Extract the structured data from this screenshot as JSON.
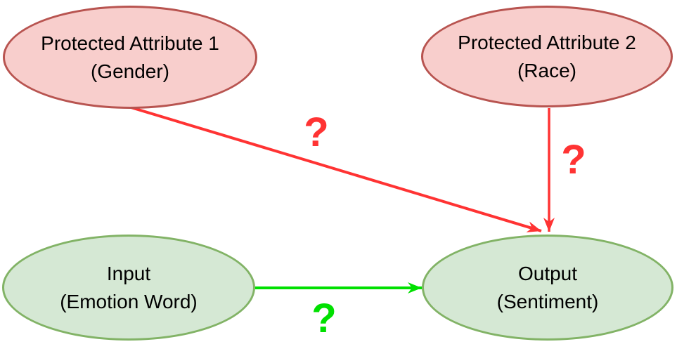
{
  "diagram": {
    "background_color": "#ffffff",
    "text_color": "#000000",
    "nodes": [
      {
        "id": "protected-attribute-1",
        "line1": "Protected Attribute 1",
        "line2": "(Gender)",
        "fill": "#f8cecc",
        "stroke": "#b85450"
      },
      {
        "id": "protected-attribute-2",
        "line1": "Protected Attribute 2",
        "line2": "(Race)",
        "fill": "#f8cecc",
        "stroke": "#b85450"
      },
      {
        "id": "input",
        "line1": "Input",
        "line2": "(Emotion Word)",
        "fill": "#d5e8d4",
        "stroke": "#82b366"
      },
      {
        "id": "output",
        "line1": "Output",
        "line2": "(Sentiment)",
        "fill": "#d5e8d4",
        "stroke": "#82b366"
      }
    ],
    "edges": [
      {
        "id": "pa1-to-output",
        "from": "protected-attribute-1",
        "to": "output",
        "label": "?",
        "color": "#ff3333"
      },
      {
        "id": "pa2-to-output",
        "from": "protected-attribute-2",
        "to": "output",
        "label": "?",
        "color": "#ff3333"
      },
      {
        "id": "input-to-output",
        "from": "input",
        "to": "output",
        "label": "?",
        "color": "#00e000"
      }
    ]
  }
}
